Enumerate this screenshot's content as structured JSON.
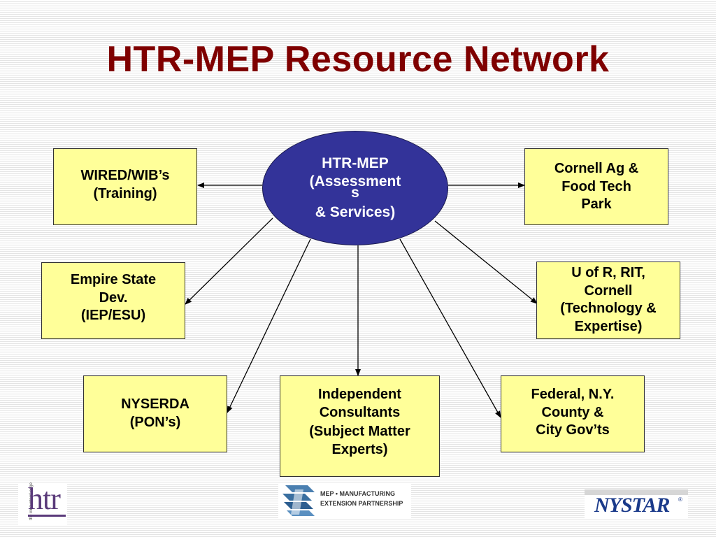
{
  "title": "HTR-MEP Resource Network",
  "hub": {
    "line1": "HTR-MEP",
    "line2": "(Assessment",
    "line3": "s",
    "line4": "& Services)"
  },
  "nodes": {
    "wired": [
      "WIRED/WIB’s",
      "(Training)"
    ],
    "cornell_ag": [
      "Cornell Ag &",
      "Food Tech",
      "Park"
    ],
    "empire": [
      "Empire State",
      "Dev.",
      "(IEP/ESU)"
    ],
    "uofr": [
      "U of R, RIT,",
      "Cornell",
      "(Technology &",
      "Expertise)"
    ],
    "nyserda": [
      "NYSERDA",
      "(PON’s)"
    ],
    "consultants": [
      "Independent",
      "Consultants",
      "(Subject Matter",
      "Experts)"
    ],
    "federal": [
      "Federal, N.Y.",
      "County &",
      "City Gov’ts"
    ]
  },
  "logos": {
    "htr": "htr",
    "htr_tagline": "the innovators' edge",
    "mep_line1": "MEP • MANUFACTURING",
    "mep_line2": "EXTENSION PARTNERSHIP",
    "nystar": "NYSTAR",
    "nystar_mark": "®"
  },
  "colors": {
    "title": "#7f0000",
    "hub_fill": "#333399",
    "box_fill": "#ffff99"
  }
}
